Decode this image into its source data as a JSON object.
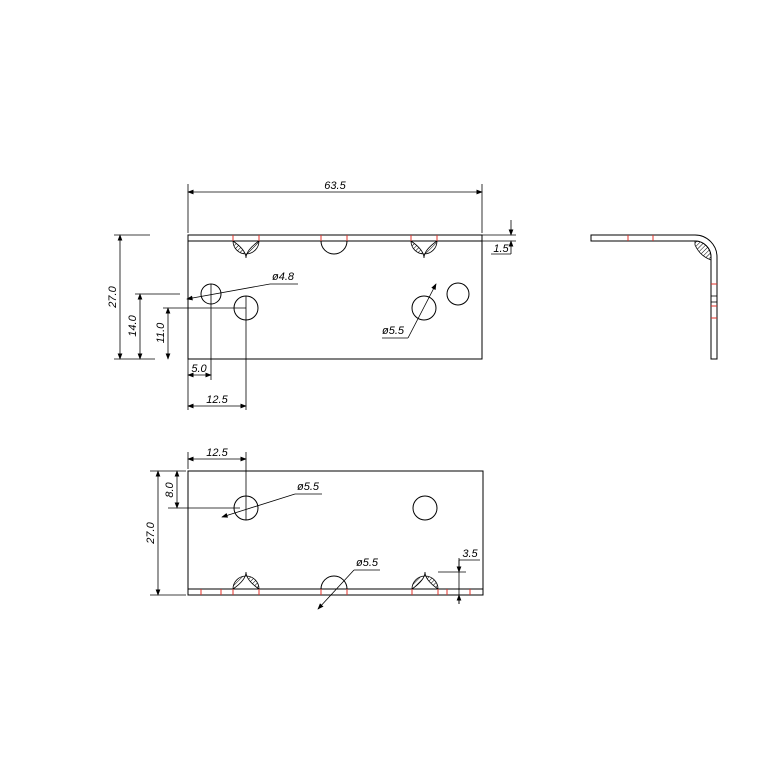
{
  "drawing": {
    "front_view": {
      "width": "63.5",
      "height": "27.0",
      "thickness": "1.5",
      "hole_small_dia": "ø4.8",
      "hole_large_dia": "ø5.5",
      "dim_14": "14.0",
      "dim_11": "11.0",
      "dim_5": "5.0",
      "dim_12_5": "12.5"
    },
    "bottom_view": {
      "dim_12_5": "12.5",
      "dim_8": "8.0",
      "height": "27.0",
      "hole_dia_top": "ø5.5",
      "hole_dia_bottom": "ø5.5",
      "dim_3_5": "3.5"
    }
  }
}
